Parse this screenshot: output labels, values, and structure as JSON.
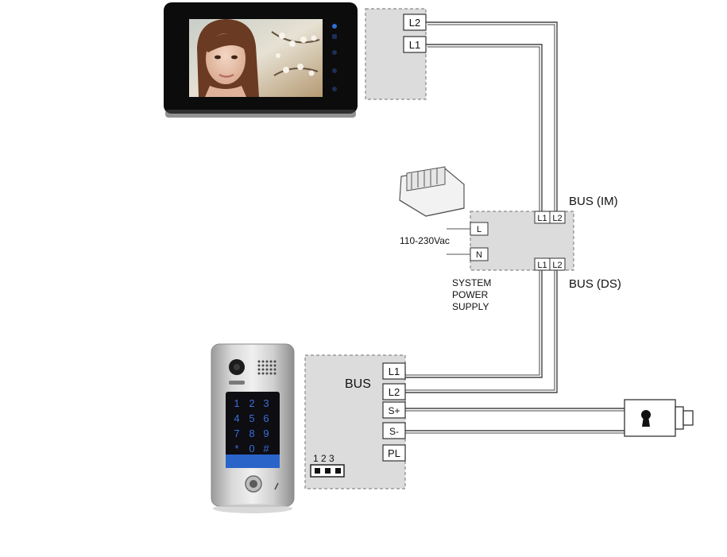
{
  "monitor": {
    "terminals": [
      "L2",
      "L1"
    ]
  },
  "power_supply": {
    "top_terminals": [
      "L1",
      "L2"
    ],
    "bottom_terminals": [
      "L1",
      "L2"
    ],
    "input_terminals": [
      "L",
      "N"
    ],
    "voltage_label": "110-230Vac",
    "bus_im_label": "BUS (IM)",
    "bus_ds_label": "BUS (DS)",
    "name_lines": [
      "SYSTEM",
      "POWER",
      "SUPPLY"
    ]
  },
  "door_station": {
    "bus_label": "BUS",
    "terminals": [
      "L1",
      "L2",
      "S+",
      "S-",
      "PL"
    ],
    "jumper_label": "1 2 3",
    "keypad": [
      "1",
      "2",
      "3",
      "4",
      "5",
      "6",
      "7",
      "8",
      "9",
      "*",
      "0",
      "#"
    ]
  },
  "colors": {
    "module_fill": "#dcdcdc",
    "module_border": "#8a8a8a",
    "wire": "#444444",
    "keypad_digit": "#3a6fd8",
    "keypad_band": "#2a64c9"
  }
}
